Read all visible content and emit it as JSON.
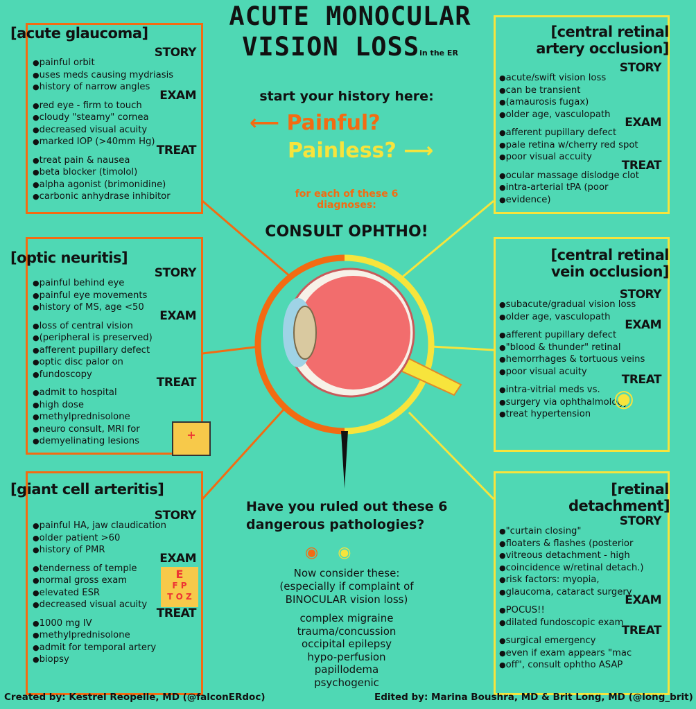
{
  "header": {
    "title_line1": "ACUTE MONOCULAR",
    "title_line2": "VISION LOSS",
    "title_suffix": "in the ER"
  },
  "center": {
    "start": "start your history here:",
    "painful": "Painful?",
    "painless": "Painless?",
    "for_each": "for each of these 6 diagnoses:",
    "consult": "CONSULT OPHTHO!",
    "ruled_out": "Have you ruled out these 6 dangerous pathologies?",
    "consider_line1": "Now consider these:",
    "consider_line2": "(especially if complaint of",
    "consider_line3": "BINOCULAR vision loss)",
    "others": [
      "complex migraine",
      "trauma/concussion",
      "occipital epilepsy",
      "hypo-perfusion",
      "papillodema",
      "psychogenic"
    ]
  },
  "panels": [
    {
      "id": "acute-glaucoma",
      "title": "[acute glaucoma]",
      "sections": [
        {
          "label": "STORY",
          "items": [
            "painful orbit",
            "uses meds causing mydriasis",
            "history of narrow angles"
          ]
        },
        {
          "label": "EXAM",
          "items": [
            "red eye - firm to touch",
            "cloudy \"steamy\" cornea",
            "decreased visual acuity",
            "marked IOP (>40mm Hg)"
          ]
        },
        {
          "label": "TREAT",
          "items": [
            "treat pain & nausea",
            "beta blocker (timolol)",
            "alpha agonist (brimonidine)",
            "carbonic anhydrase inhibitor"
          ]
        }
      ]
    },
    {
      "id": "optic-neuritis",
      "title": "[optic neuritis]",
      "sections": [
        {
          "label": "STORY",
          "items": [
            "painful behind eye",
            "painful eye movements",
            "history of MS, age <50"
          ]
        },
        {
          "label": "EXAM",
          "items": [
            "loss of central vision",
            "(peripheral is preserved)",
            "afferent pupillary defect",
            "optic disc palor on",
            "fundoscopy"
          ]
        },
        {
          "label": "TREAT",
          "items": [
            "admit to hospital",
            "high dose",
            "methylprednisolone",
            "neuro consult, MRI for",
            "demyelinating lesions"
          ]
        }
      ]
    },
    {
      "id": "giant-cell-arteritis",
      "title": "[giant cell arteritis]",
      "sections": [
        {
          "label": "STORY",
          "items": [
            "painful HA, jaw claudication",
            "older patient >60",
            "history of PMR"
          ]
        },
        {
          "label": "EXAM",
          "items": [
            "tenderness of temple",
            "normal gross exam",
            "elevated ESR",
            "decreased visual acuity"
          ]
        },
        {
          "label": "TREAT",
          "items": [
            "1000 mg IV",
            "methylprednisolone",
            "admit for temporal artery",
            "biopsy"
          ]
        }
      ]
    },
    {
      "id": "central-retinal-artery-occlusion",
      "title": "[central retinal artery occlusion]",
      "sections": [
        {
          "label": "STORY",
          "items": [
            "acute/swift vision loss",
            "can be transient",
            "(amaurosis fugax)",
            "older age, vasculopath"
          ]
        },
        {
          "label": "EXAM",
          "items": [
            "afferent pupillary defect",
            "pale retina w/cherry red spot",
            "poor visual accuity"
          ]
        },
        {
          "label": "TREAT",
          "items": [
            "ocular massage dislodge clot",
            "intra-arterial tPA (poor",
            "evidence)"
          ]
        }
      ]
    },
    {
      "id": "central-retinal-vein-occlusion",
      "title": "[central retinal vein occlusion]",
      "sections": [
        {
          "label": "STORY",
          "items": [
            "subacute/gradual vision loss",
            "older age, vasculopath"
          ]
        },
        {
          "label": "EXAM",
          "items": [
            "afferent pupillary defect",
            "\"blood & thunder\" retinal",
            "hemorrhages & tortuous veins",
            "poor visual acuity"
          ]
        },
        {
          "label": "TREAT",
          "items": [
            "intra-vitrial meds vs.",
            "surgery via ophthalmology",
            "treat hypertension"
          ]
        }
      ]
    },
    {
      "id": "retinal-detachment",
      "title": "[retinal detachment]",
      "sections": [
        {
          "label": "STORY",
          "items": [
            "\"curtain closing\"",
            "floaters & flashes (posterior",
            "vitreous detachment - high",
            "coincidence w/retinal detach.)",
            "risk factors: myopia,",
            "glaucoma, cataract surgery"
          ]
        },
        {
          "label": "EXAM",
          "items": [
            "POCUS!!",
            "dilated fundoscopic exam"
          ]
        },
        {
          "label": "TREAT",
          "items": [
            "surgical emergency",
            "even if exam appears \"mac",
            "off\", consult ophtho ASAP"
          ]
        }
      ]
    }
  ],
  "eye_chart": {
    "row1": "E",
    "row2": "F P",
    "row3": "T O Z"
  },
  "footer": {
    "created": "Created by: Kestrel Reopelle, MD (@falconERdoc)",
    "edited": "Edited by: Marina Boushra, MD & Brit Long, MD (@long_brit)"
  },
  "colors": {
    "background": "#4fd8b4",
    "orange": "#f36b12",
    "yellow": "#f7e43c"
  }
}
